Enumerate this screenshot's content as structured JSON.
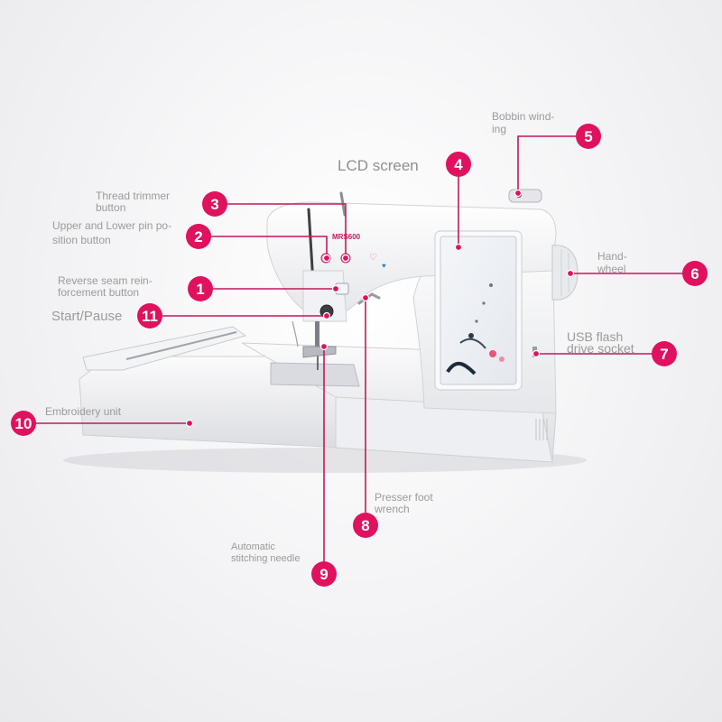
{
  "colors": {
    "accent": "#e0115f",
    "label_text": "#9a9a9a",
    "machine_body": "#f7f7f9",
    "lcd_screen": "#eef1f5"
  },
  "machine": {
    "model_badge": "MRS600"
  },
  "callouts": [
    {
      "number": "1",
      "lines": [
        "Reverse seam rein-",
        "forcement button"
      ]
    },
    {
      "number": "2",
      "lines": [
        "Upper and Lower pin po-",
        "sition button"
      ]
    },
    {
      "number": "3",
      "lines": [
        "Thread trimmer",
        "button"
      ]
    },
    {
      "number": "4",
      "lines": [
        "LCD screen"
      ]
    },
    {
      "number": "5",
      "lines": [
        "Bobbin wind-",
        "ing"
      ]
    },
    {
      "number": "6",
      "lines": [
        "Hand-",
        "wheel"
      ]
    },
    {
      "number": "7",
      "lines": [
        "USB flash",
        "drive socket"
      ]
    },
    {
      "number": "8",
      "lines": [
        "Presser foot",
        "wrench"
      ]
    },
    {
      "number": "9",
      "lines": [
        "Automatic",
        "stitching needle"
      ]
    },
    {
      "number": "10",
      "lines": [
        "Embroidery unit"
      ]
    },
    {
      "number": "11",
      "lines": [
        "Start/Pause"
      ]
    }
  ]
}
